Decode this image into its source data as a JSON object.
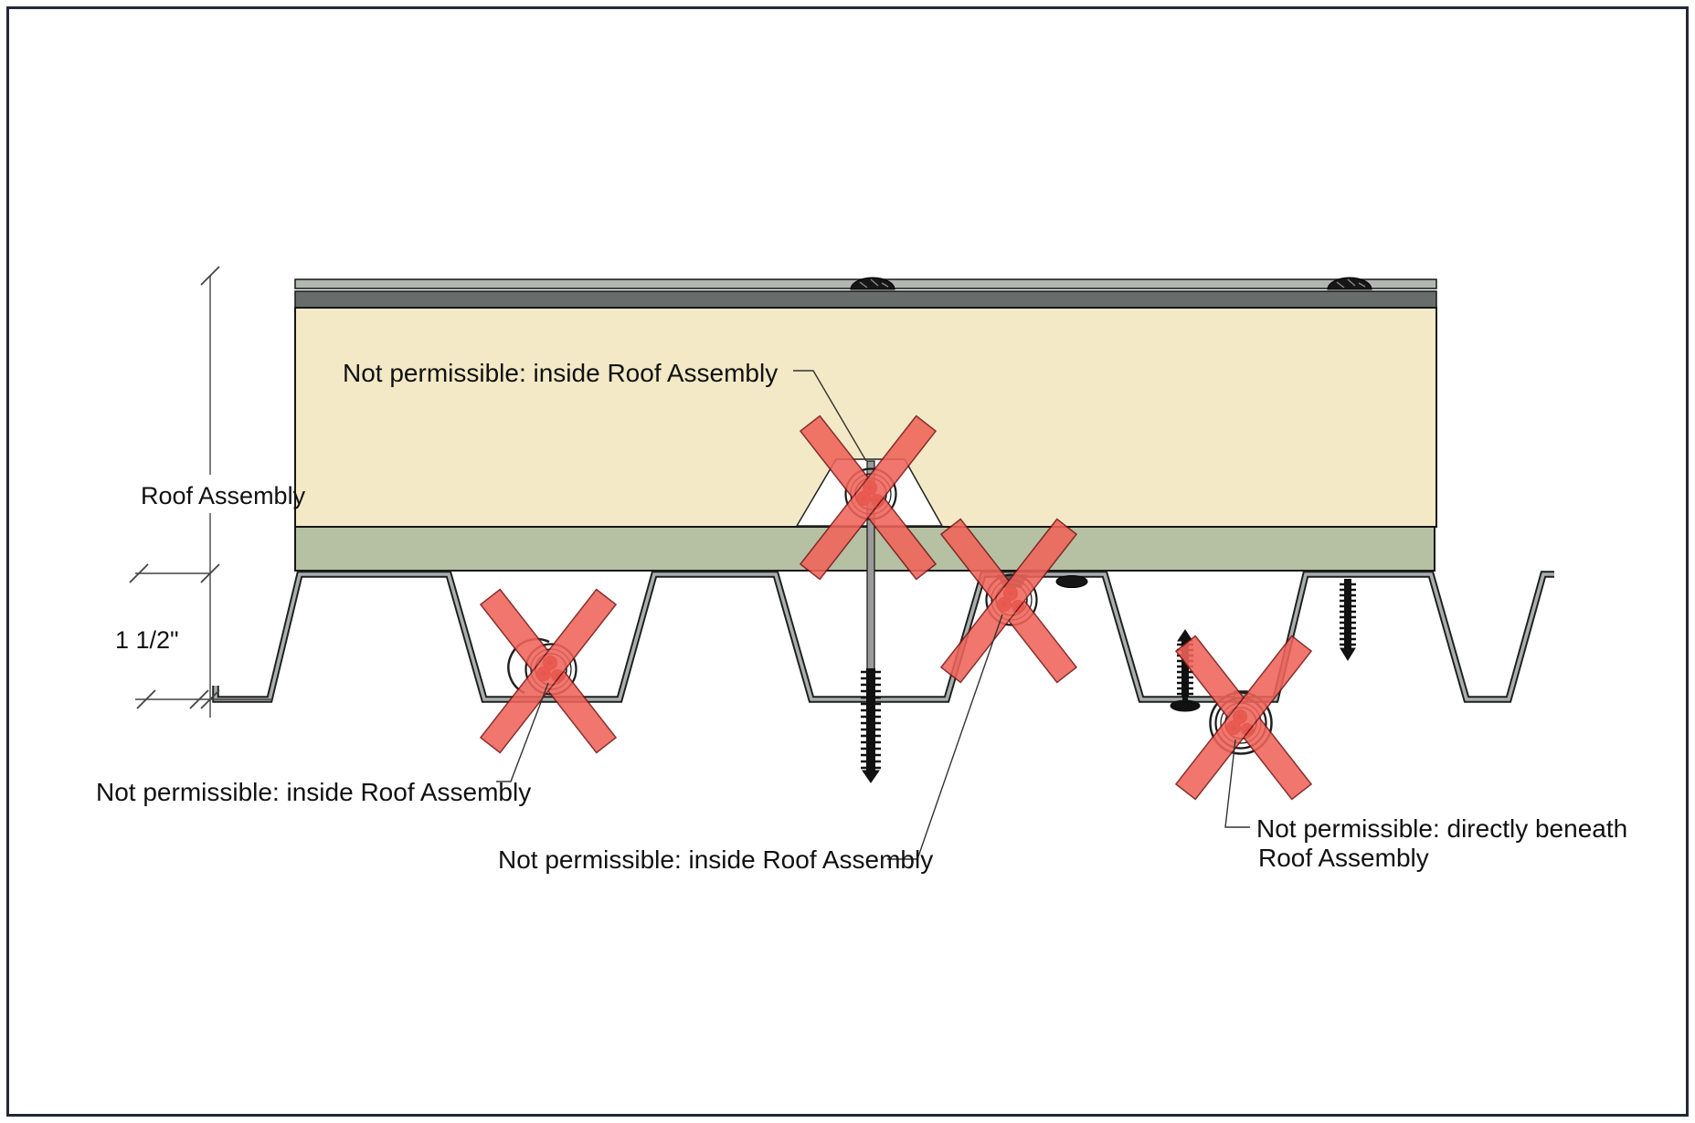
{
  "diagram": {
    "title_hint": "Roof assembly fastening restrictions detail",
    "annotations": {
      "dim_roof_assembly": "Roof Assembly",
      "dim_deck_depth": "1 1/2\"",
      "note_top": "Not permissible: inside Roof Assembly",
      "note_left": "Not permissible: inside Roof Assembly",
      "note_center": "Not permissible: inside Roof Assembly",
      "note_right_line1": "Not permissible: directly beneath",
      "note_right_line2": "Roof Assembly"
    },
    "colors": {
      "border": "#242837",
      "membrane": "#b3b7b1",
      "cover_board": "#686c6b",
      "insulation": "#f3e9c6",
      "deck_board": "#b6c0a2",
      "steel_fill": "#a9afae",
      "steel_outline": "#1f1f1f",
      "prohibited_x": "#ef6459",
      "cable_red": "#cc1d1d",
      "text": "#111111"
    }
  }
}
